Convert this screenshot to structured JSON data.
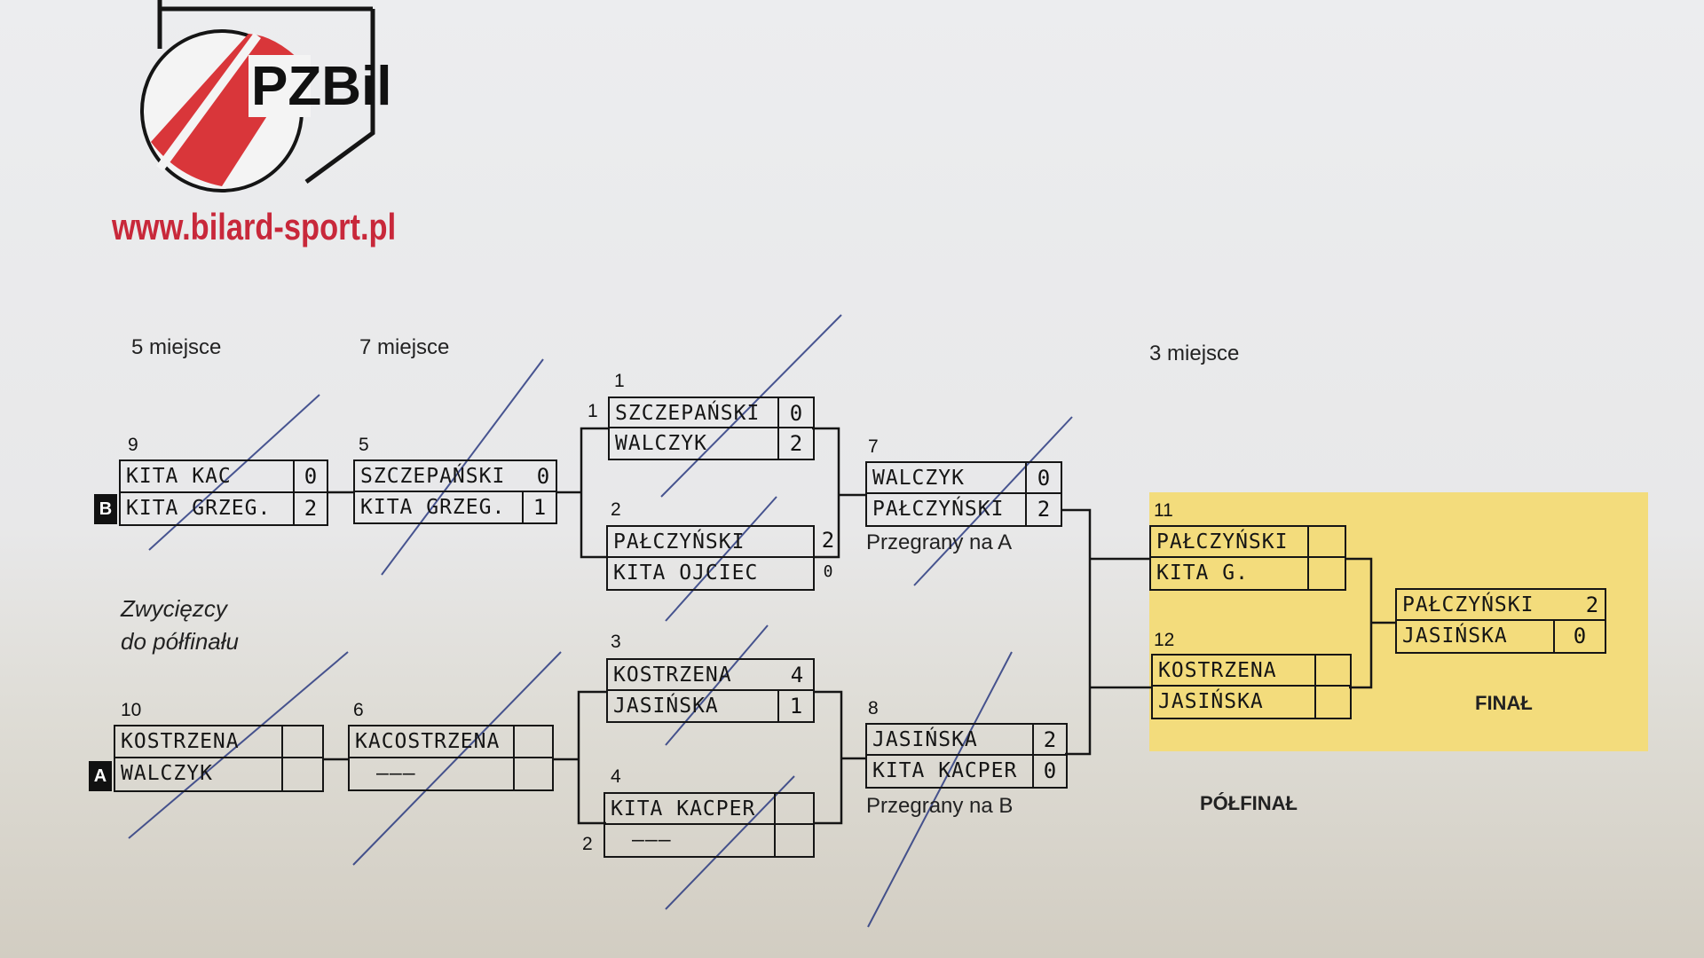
{
  "header": {
    "logo_text": "PZBil",
    "website": "www.bilard-sport.pl"
  },
  "labels": {
    "place5": "5 miejsce",
    "place7": "7 miejsce",
    "place3": "3 miejsce",
    "winners_line1": "Zwycięzcy",
    "winners_line2": "do półfinału",
    "lost_to_a": "Przegrany na A",
    "lost_to_b": "Przegrany na B",
    "semifinal": "PÓŁFINAŁ",
    "final": "FINAŁ",
    "badge_a": "A",
    "badge_b": "B",
    "seed_1": "1",
    "seed_2": "2"
  },
  "matches": {
    "m1": {
      "number": "1",
      "p1": "SZCZEPAŃSKI",
      "s1": "0",
      "p2": "WALCZYK",
      "s2": "2"
    },
    "m2": {
      "number": "2",
      "p1": "PAŁCZYŃSKI",
      "s1": "2",
      "p2": "KITA OJCIEC",
      "s2": "0"
    },
    "m3": {
      "number": "3",
      "p1": "KOSTRZENA",
      "s1": "4",
      "p2": "JASIŃSKA",
      "s2": "1"
    },
    "m4": {
      "number": "4",
      "p1": "KITA KACPER",
      "s1": "",
      "p2": "———",
      "s2": ""
    },
    "m5": {
      "number": "5",
      "p1": "SZCZEPAŃSKI",
      "s1": "0",
      "p2": "KITA GRZEG.",
      "s2": "1"
    },
    "m6": {
      "number": "6",
      "p1": "KACOSTRZENA",
      "s1": "",
      "p2": "———",
      "s2": ""
    },
    "m7": {
      "number": "7",
      "p1": "WALCZYK",
      "s1": "0",
      "p2": "PAŁCZYŃSKI",
      "s2": "2"
    },
    "m8": {
      "number": "8",
      "p1": "JASIŃSKA",
      "s1": "2",
      "p2": "KITA KACPER",
      "s2": "0"
    },
    "m9": {
      "number": "9",
      "p1": "KITA KAC",
      "s1": "0",
      "p2": "KITA GRZEG.",
      "s2": "2"
    },
    "m10": {
      "number": "10",
      "p1": "KOSTRZENA",
      "s1": "",
      "p2": "WALCZYK",
      "s2": ""
    },
    "m11": {
      "number": "11",
      "p1": "PAŁCZYŃSKI",
      "s1": "",
      "p2": "KITA G.",
      "s2": ""
    },
    "m12": {
      "number": "12",
      "p1": "KOSTRZENA",
      "s1": "",
      "p2": "JASIŃSKA",
      "s2": ""
    },
    "final": {
      "p1": "PAŁCZYŃSKI",
      "s1": "2",
      "p2": "JASIŃSKA",
      "s2": "0"
    }
  },
  "colors": {
    "logo_red": "#d9363a",
    "website_red": "#c8283a",
    "highlight_yellow": "#f3dc7c",
    "pen_blue": "#2a3a80"
  }
}
